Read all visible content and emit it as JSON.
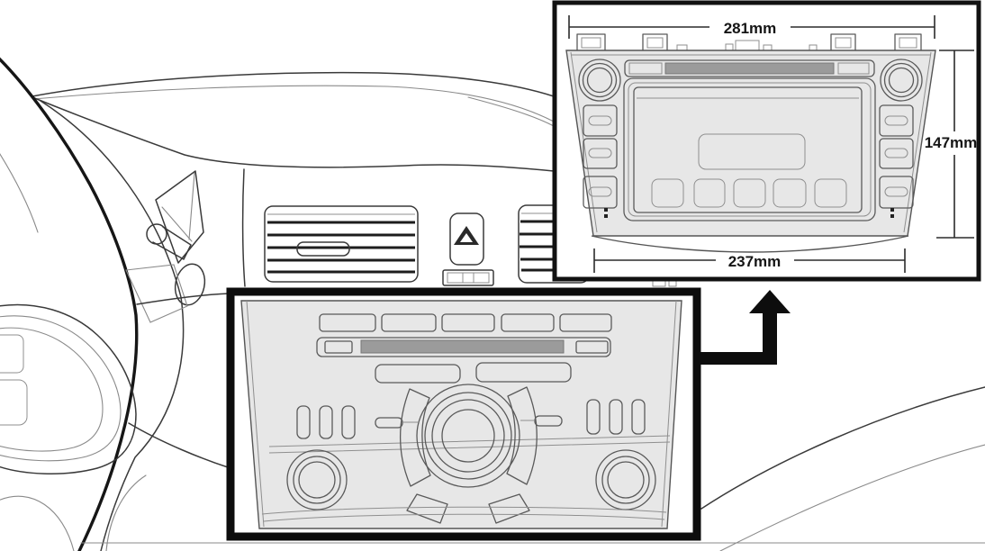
{
  "diagram": {
    "description_type": "car-stereo-installation-diagram",
    "inset": {
      "dim_width_top": "281mm",
      "dim_height": "147mm",
      "dim_width_bottom": "237mm"
    },
    "icons": {
      "hazard_warning": "hazard-warning-triangle-icon ⚠▲",
      "pointer_arrow": "up-arrow-icon ⬆"
    },
    "colors": {
      "background": "#ffffff",
      "line": "#3a3a3a",
      "highlight_box": "#0d0d0d",
      "arrow": "#0d0d0d",
      "panel_fill": "#e7e7e7",
      "screen_fill": "#ededed",
      "slot_fill": "#9b9b9b",
      "hazard_glyph": "#2a2a2a"
    }
  }
}
